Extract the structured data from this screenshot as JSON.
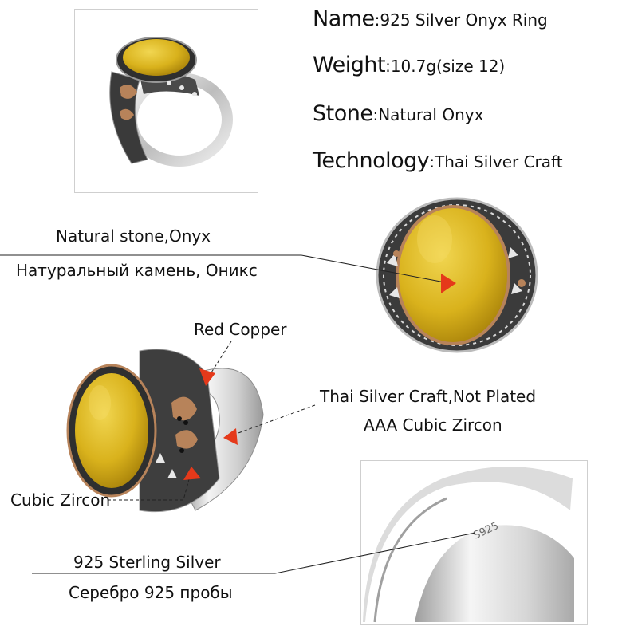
{
  "specs": [
    {
      "key": "Name",
      "value": ":925 Silver Onyx Ring"
    },
    {
      "key": "Weight",
      "value": ":10.7g(size 12)"
    },
    {
      "key": "Stone",
      "value": ":Natural Onyx"
    },
    {
      "key": "Technology",
      "value": ":Thai Silver Craft"
    }
  ],
  "callouts": {
    "stone_en": "Natural stone,Onyx",
    "stone_ru": "Натуральный камень, Оникс",
    "red_copper": "Red Copper",
    "craft": "Thai Silver Craft,Not Plated",
    "zircon_aaa": "AAA Cubic Zircon",
    "cubic_zircon": "Cubic Zircon",
    "silver_en": "925 Sterling Silver",
    "silver_ru": "Серебро 925 пробы"
  },
  "hallmark": "S925",
  "colors": {
    "stone": "#d9b21c",
    "arrow": "#e5391a",
    "copper": "#b7835a",
    "silver": "#c9c9c9"
  }
}
